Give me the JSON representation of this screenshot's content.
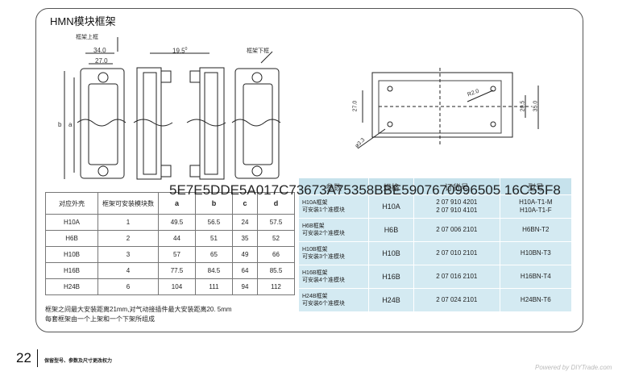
{
  "title": "HMN模块框架",
  "labels": {
    "frame_top": "框架上框",
    "frame_bottom": "框架下框",
    "dim_34": "34.0",
    "dim_27": "27.0",
    "dim_19": "19.5",
    "dim_19_sup": "0",
    "dim_b": "b",
    "dim_a": "a",
    "r_label": "R2.0",
    "d_label": "ø3.3",
    "dim_27v": "27.0",
    "dim_205": "20.5",
    "dim_35": "35.0"
  },
  "overlay_text": "5E7E5DDE5A017C73673A75358BBE5907670996505 16C55F8",
  "table1": {
    "headers": [
      "对应外壳",
      "框架可安装模块数",
      "a",
      "b",
      "c",
      "d"
    ],
    "rows": [
      [
        "H10A",
        "1",
        "49.5",
        "56.5",
        "24",
        "57.5"
      ],
      [
        "H6B",
        "2",
        "44",
        "51",
        "35",
        "52"
      ],
      [
        "H10B",
        "3",
        "57",
        "65",
        "49",
        "66"
      ],
      [
        "H16B",
        "4",
        "77.5",
        "84.5",
        "64",
        "85.5"
      ],
      [
        "H24B",
        "6",
        "104",
        "111",
        "94",
        "112"
      ]
    ]
  },
  "table2": {
    "headers": [
      "参数",
      "规格",
      "订货号",
      "型号"
    ],
    "rows": [
      {
        "desc1": "H10A框架",
        "desc2": "可安装1个准模块",
        "spec": "H10A",
        "order": [
          "2 07 910 4201",
          "2 07 910 4101"
        ],
        "model": [
          "H10A-T1-M",
          "H10A-T1-F"
        ]
      },
      {
        "desc1": "H6B框架",
        "desc2": "可安装2个准模块",
        "spec": "H6B",
        "order": [
          "2 07 006 2101"
        ],
        "model": [
          "H6BN-T2"
        ]
      },
      {
        "desc1": "H10B框架",
        "desc2": "可安装3个准模块",
        "spec": "H10B",
        "order": [
          "2 07 010 2101"
        ],
        "model": [
          "H10BN-T3"
        ]
      },
      {
        "desc1": "H16B框架",
        "desc2": "可安装4个准模块",
        "spec": "H16B",
        "order": [
          "2 07 016 2101"
        ],
        "model": [
          "H16BN-T4"
        ]
      },
      {
        "desc1": "H24B框架",
        "desc2": "可安装6个准模块",
        "spec": "H24B",
        "order": [
          "2 07 024 2101"
        ],
        "model": [
          "H24BN-T6"
        ]
      }
    ]
  },
  "note": [
    "框架之间最大安装距离21mm,对气动接插件最大安装距离20. 5mm",
    "每套框架由一个上架和一个下架所组成"
  ],
  "page_number": "22",
  "footer": "保留型号、参数及尺寸更改权力",
  "watermark": "Powered by DIYTrade.com"
}
